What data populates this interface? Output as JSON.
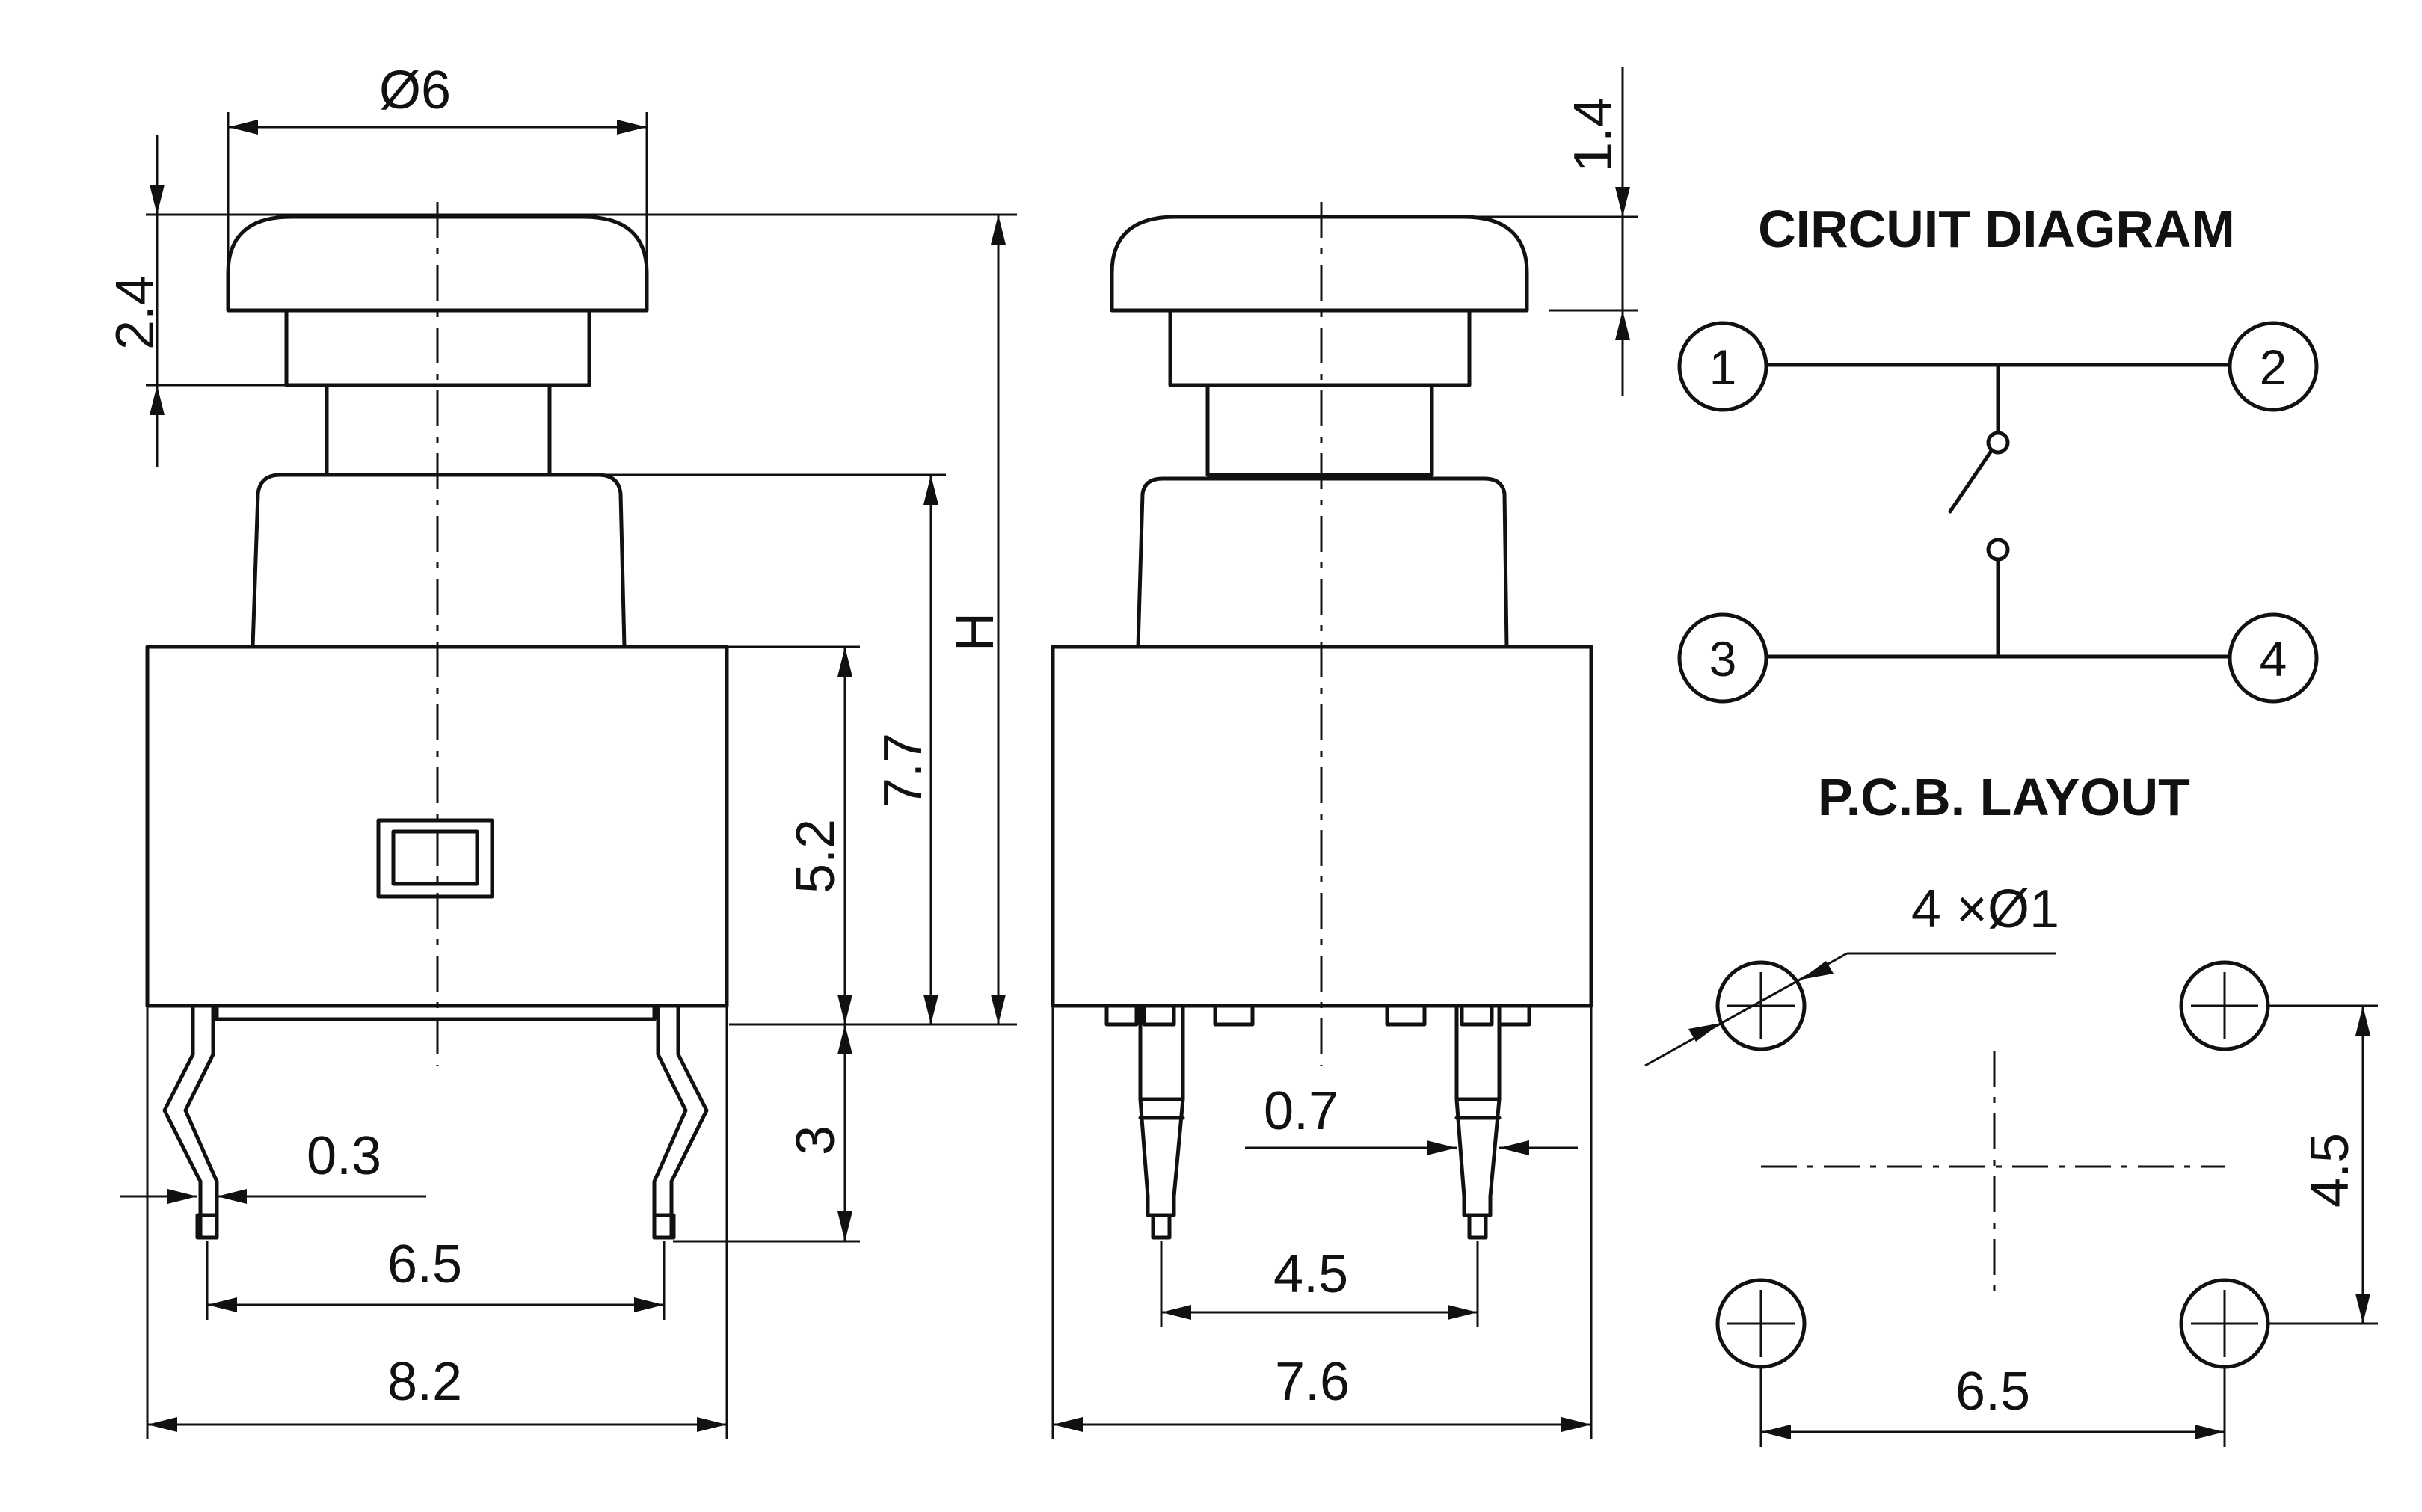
{
  "dimensions": {
    "front_cap_diameter": "Ø6",
    "front_cap_height": "2.4",
    "overall_height": "H",
    "plunger_to_base": "7.7",
    "body_height": "5.2",
    "pin_length": "3",
    "pin_thickness": "0.3",
    "pin_pitch_front": "6.5",
    "body_width_front": "8.2",
    "cap_travel_side": "1.4",
    "pin_width_side": "0.7",
    "pin_pitch_side": "4.5",
    "body_width_side": "7.6"
  },
  "circuit_diagram": {
    "title": "CIRCUIT DIAGRAM",
    "pins": [
      "1",
      "2",
      "3",
      "4"
    ]
  },
  "pcb_layout": {
    "title": "P.C.B. LAYOUT",
    "holes_label": "4 ×Ø1",
    "vertical_spacing": "4.5",
    "horizontal_spacing": "6.5"
  }
}
